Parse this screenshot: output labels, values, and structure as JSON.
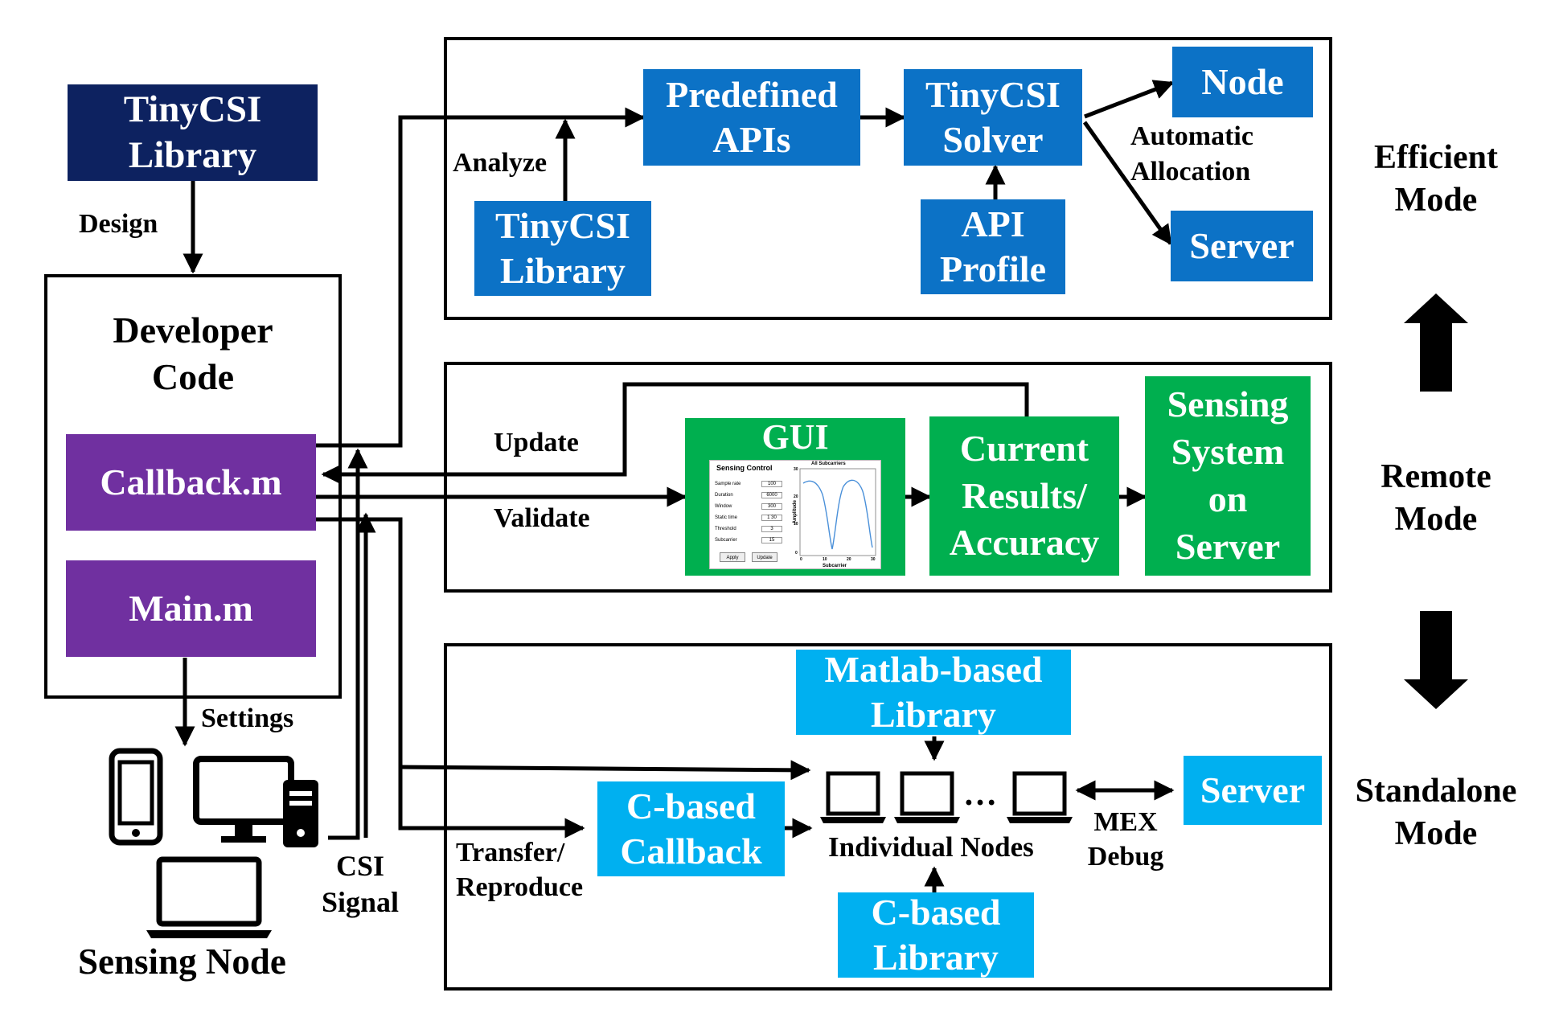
{
  "left": {
    "tinycsi_library": "TinyCSI\nLibrary",
    "design_label": "Design",
    "developer_code": "Developer\nCode",
    "callback": "Callback.m",
    "main": "Main.m",
    "settings_label": "Settings",
    "sensing_node": "Sensing Node",
    "csi_signal": "CSI\nSignal"
  },
  "efficient": {
    "predefined_apis": "Predefined\nAPIs",
    "tinycsi_solver": "TinyCSI\nSolver",
    "node": "Node",
    "server": "Server",
    "automatic_allocation": "Automatic\nAllocation",
    "api_profile": "API\nProfile",
    "tinycsi_library": "TinyCSI\nLibrary",
    "analyze_label": "Analyze"
  },
  "remote": {
    "update_label": "Update",
    "validate_label": "Validate",
    "gui_title": "GUI",
    "current_results": "Current\nResults/\nAccuracy",
    "sensing_system": "Sensing\nSystem\non\nServer",
    "gui_panel": {
      "control_title": "Sensing Control",
      "fields": [
        {
          "label": "Sample rate",
          "value": "100"
        },
        {
          "label": "Duration",
          "value": "6000"
        },
        {
          "label": "Window",
          "value": "300"
        },
        {
          "label": "Static time",
          "value": "1   30"
        },
        {
          "label": "Threshold",
          "value": "3"
        },
        {
          "label": "Subcarrier",
          "value": "15"
        }
      ],
      "apply_button": "Apply",
      "update_button": "Update",
      "plot_title": "All Subcarriers",
      "plot_xlabel": "Subcarrier",
      "plot_ylabel": "Amplitude",
      "x_ticks": [
        "0",
        "10",
        "20",
        "30"
      ],
      "y_ticks": [
        "0",
        "10",
        "20",
        "30"
      ]
    }
  },
  "standalone": {
    "matlab_library": "Matlab-based\nLibrary",
    "c_callback": "C-based\nCallback",
    "c_library": "C-based\nLibrary",
    "server": "Server",
    "individual_nodes": "Individual Nodes",
    "ellipsis": "…",
    "mex_debug": "MEX\nDebug",
    "transfer_label": "Transfer/\nReproduce"
  },
  "modes": {
    "efficient": "Efficient\nMode",
    "remote": "Remote\nMode",
    "standalone": "Standalone\nMode"
  },
  "colors": {
    "navy": "#0d2260",
    "blue": "#0c72c6",
    "green": "#00af4f",
    "purple": "#7030a0",
    "cyan": "#00b0f0"
  },
  "icons": [
    "smartphone-icon",
    "desktop-computer-icon",
    "laptop-icon",
    "arrow-up-icon",
    "arrow-down-icon"
  ]
}
